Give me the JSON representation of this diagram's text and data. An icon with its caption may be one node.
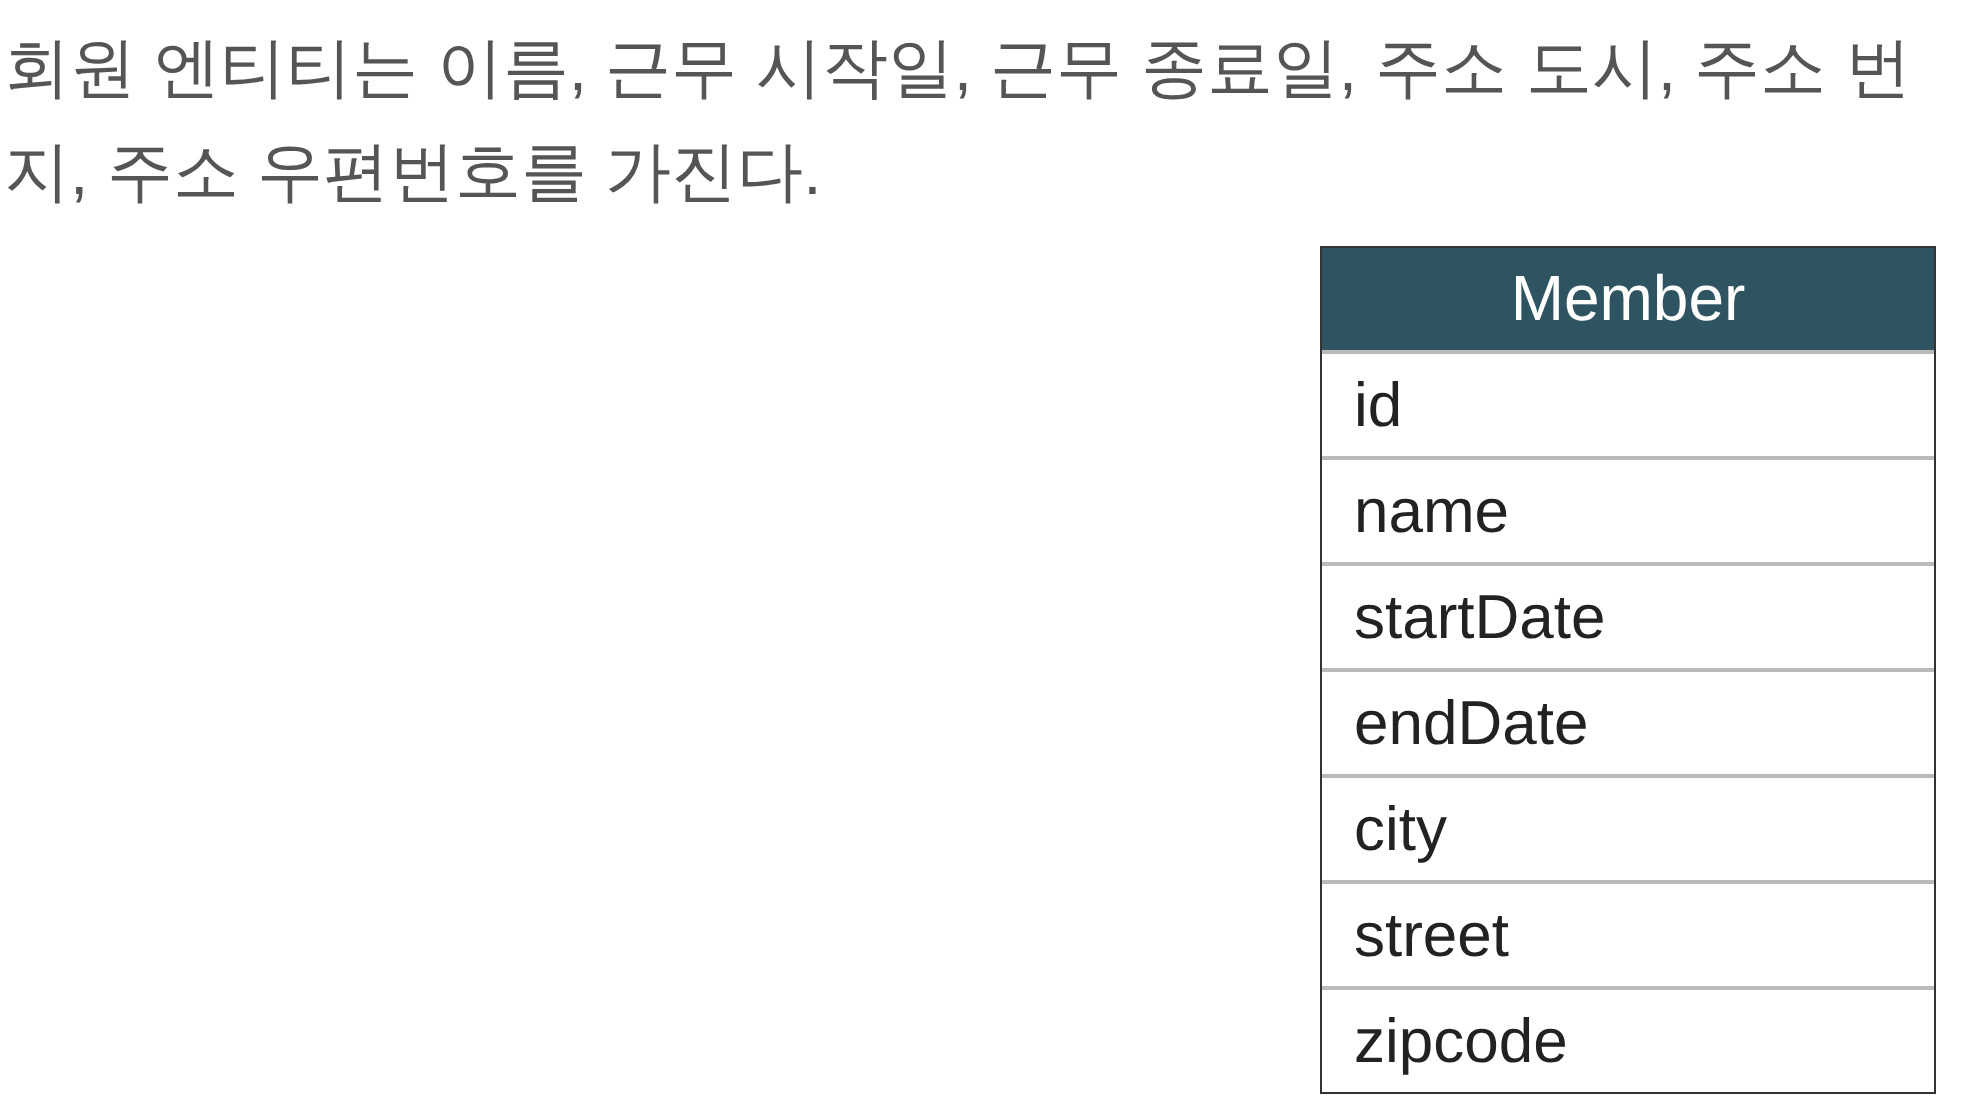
{
  "diagram": {
    "nodes": [
      {
        "text": [
          "Member",
          "id",
          "name",
          "startDate",
          "endDate",
          "city",
          "street",
          "zipcode"
        ]
      }
    ],
    "labels": [
      "회원 엔티티는 이름, 근무 시작일, 근무 종료일, 주소 도시, 주소 번지, 주소 우편번호를 가진다."
    ]
  }
}
